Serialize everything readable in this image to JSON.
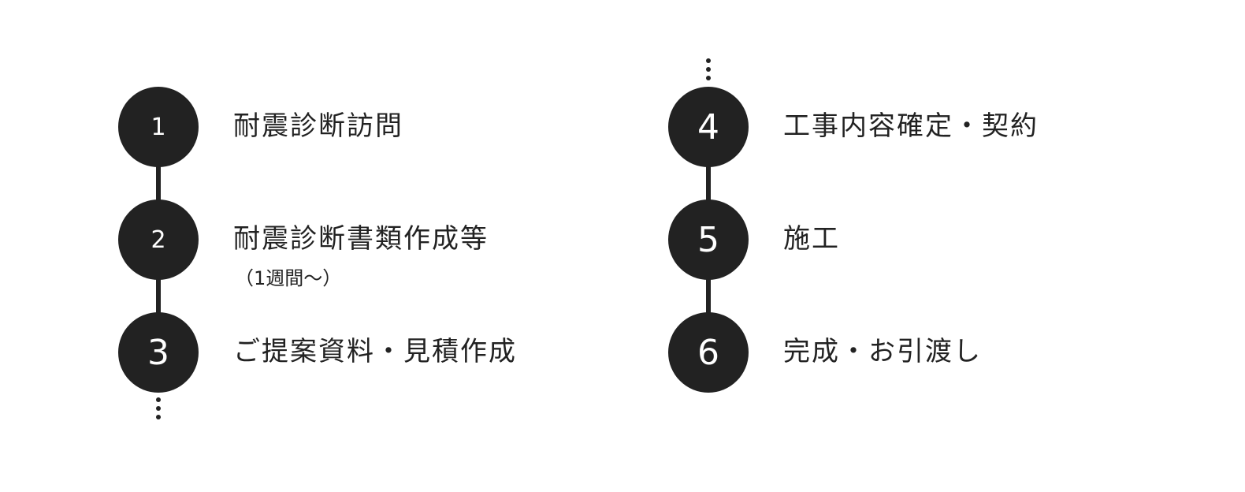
{
  "steps": [
    {
      "number": "1",
      "label": "耐震診断訪問"
    },
    {
      "number": "2",
      "label": "耐震診断書類作成等",
      "sub": "（1週間～）"
    },
    {
      "number": "3",
      "label": "ご提案資料・見積作成"
    },
    {
      "number": "4",
      "label": "工事内容確定・契約"
    },
    {
      "number": "5",
      "label": "施工"
    },
    {
      "number": "6",
      "label": "完成・お引渡し"
    }
  ],
  "colors": {
    "circle": "#222222",
    "number_text": "#ffffff",
    "label_text": "#222222",
    "background": "#ffffff"
  }
}
